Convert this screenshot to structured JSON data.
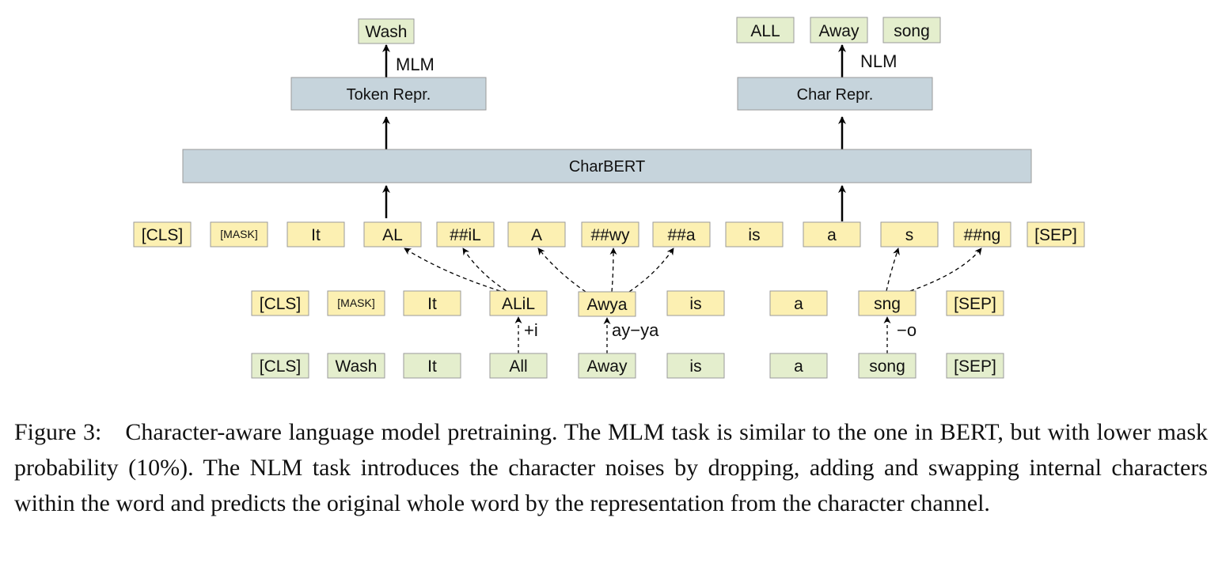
{
  "colors": {
    "yellow": "#fcf0b2",
    "green": "#e4eecd",
    "blue_gray": "#c6d4dc",
    "border": "#9a9a9a",
    "arrow": "#000000"
  },
  "outputs": {
    "mlm": [
      "Wash"
    ],
    "nlm": [
      "ALL",
      "Away",
      "song"
    ]
  },
  "heads": {
    "token": "Token Repr.",
    "char": "Char Repr."
  },
  "labels": {
    "mlm": "MLM",
    "nlm": "NLM"
  },
  "encoder": "CharBERT",
  "subword_tokens": [
    "[CLS]",
    "[MASK]",
    "It",
    "AL",
    "##iL",
    "A",
    "##wy",
    "##a",
    "is",
    "a",
    "s",
    "##ng",
    "[SEP]"
  ],
  "noised_tokens": [
    "[CLS]",
    "[MASK]",
    "It",
    "ALiL",
    "Awya",
    "is",
    "a",
    "sng",
    "[SEP]"
  ],
  "original_tokens": [
    "[CLS]",
    "Wash",
    "It",
    "All",
    "Away",
    "is",
    "a",
    "song",
    "[SEP]"
  ],
  "noise_ops": [
    "+i",
    "ay−ya",
    "−o"
  ],
  "caption": "Figure 3: Character-aware language model pretraining. The MLM task is similar to the one in BERT, but with lower mask probability (10%). The NLM task introduces the character noises by dropping, adding and swapping internal characters within the word and predicts the original whole word by the representation from the character channel."
}
